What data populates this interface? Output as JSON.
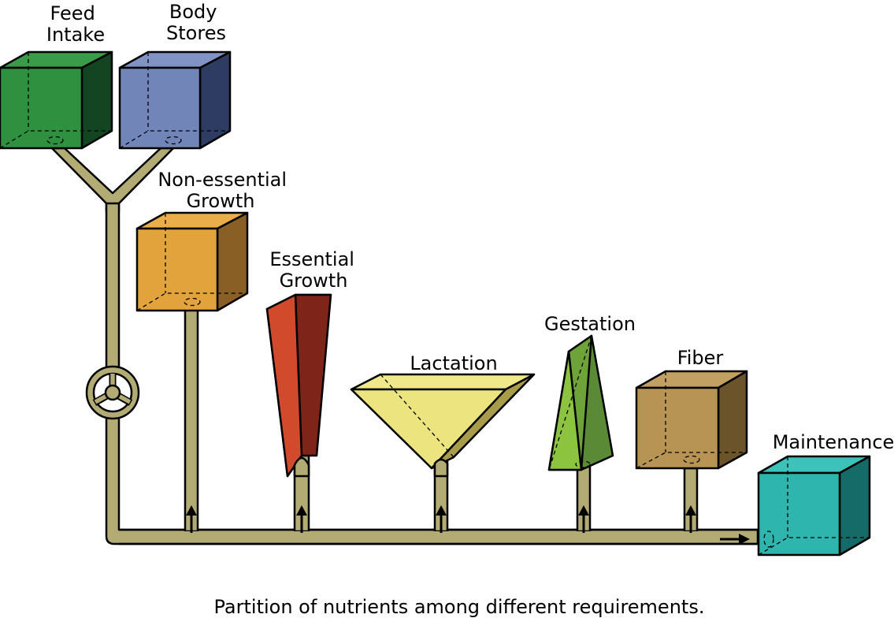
{
  "labels": {
    "feed_intake": [
      "Feed",
      "Intake"
    ],
    "body_stores": [
      "Body",
      "Stores"
    ],
    "non_essential_growth": [
      "Non-essential",
      "Growth"
    ],
    "essential_growth": [
      "Essential",
      "Growth"
    ],
    "lactation": "Lactation",
    "gestation": "Gestation",
    "fiber": "Fiber",
    "maintenance": "Maintenance"
  },
  "caption": "Partition of nutrients among different requirements.",
  "colors": {
    "feed_intake": "#2f9040",
    "body_stores": "#7285b8",
    "non_essential_growth": "#e2a23c",
    "essential_growth": "#d24a2c",
    "lactation": "#ece47f",
    "gestation": "#8cc43f",
    "fiber": "#b89454",
    "maintenance": "#2db5ae",
    "pipe": "#b2ab73"
  },
  "icons": {
    "valve": "valve-wheel-icon",
    "flow_arrow": "up-arrow-icon"
  }
}
